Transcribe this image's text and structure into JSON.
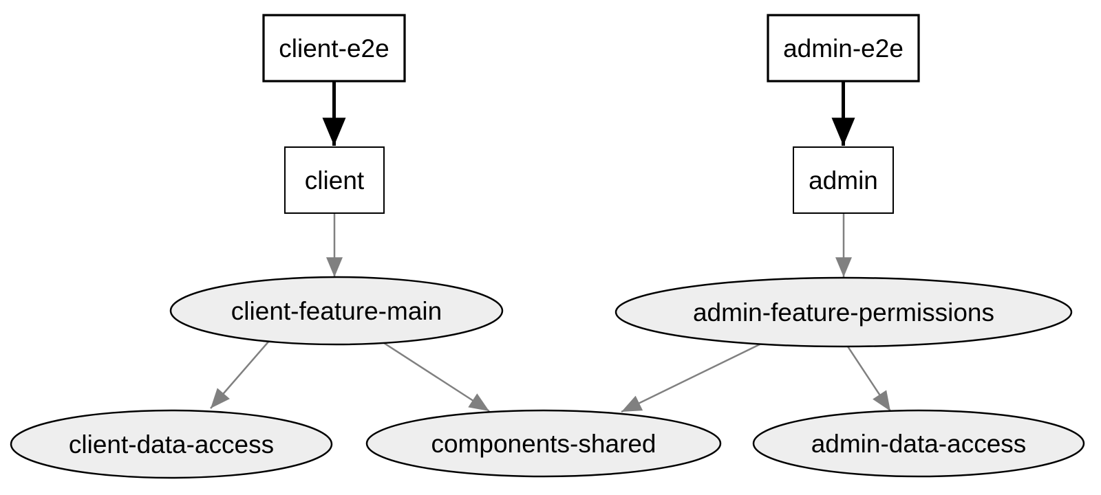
{
  "diagram": {
    "kind": "dependency-graph",
    "colors": {
      "background": "#ffffff",
      "node_stroke": "#000000",
      "app_fill": "#ffffff",
      "lib_fill": "#eeeeee",
      "edge_primary": "#000000",
      "edge_secondary": "#808080",
      "text": "#000000"
    },
    "nodes": {
      "client_e2e": {
        "id": "client-e2e",
        "label": "client-e2e",
        "shape": "rectangle",
        "emphasis": "bold"
      },
      "client": {
        "id": "client",
        "label": "client",
        "shape": "rectangle",
        "emphasis": "normal"
      },
      "admin_e2e": {
        "id": "admin-e2e",
        "label": "admin-e2e",
        "shape": "rectangle",
        "emphasis": "bold"
      },
      "admin": {
        "id": "admin",
        "label": "admin",
        "shape": "rectangle",
        "emphasis": "normal"
      },
      "client_feature_main": {
        "id": "client-feature-main",
        "label": "client-feature-main",
        "shape": "ellipse",
        "emphasis": "normal"
      },
      "admin_feature_permissions": {
        "id": "admin-feature-permissions",
        "label": "admin-feature-permissions",
        "shape": "ellipse",
        "emphasis": "normal"
      },
      "client_data_access": {
        "id": "client-data-access",
        "label": "client-data-access",
        "shape": "ellipse",
        "emphasis": "normal"
      },
      "components_shared": {
        "id": "components-shared",
        "label": "components-shared",
        "shape": "ellipse",
        "emphasis": "normal"
      },
      "admin_data_access": {
        "id": "admin-data-access",
        "label": "admin-data-access",
        "shape": "ellipse",
        "emphasis": "normal"
      }
    },
    "edges": [
      {
        "source": "client-e2e",
        "target": "client",
        "style": "bold-black"
      },
      {
        "source": "admin-e2e",
        "target": "admin",
        "style": "bold-black"
      },
      {
        "source": "client",
        "target": "client-feature-main",
        "style": "gray"
      },
      {
        "source": "admin",
        "target": "admin-feature-permissions",
        "style": "gray"
      },
      {
        "source": "client-feature-main",
        "target": "client-data-access",
        "style": "gray"
      },
      {
        "source": "client-feature-main",
        "target": "components-shared",
        "style": "gray"
      },
      {
        "source": "admin-feature-permissions",
        "target": "components-shared",
        "style": "gray"
      },
      {
        "source": "admin-feature-permissions",
        "target": "admin-data-access",
        "style": "gray"
      }
    ]
  }
}
